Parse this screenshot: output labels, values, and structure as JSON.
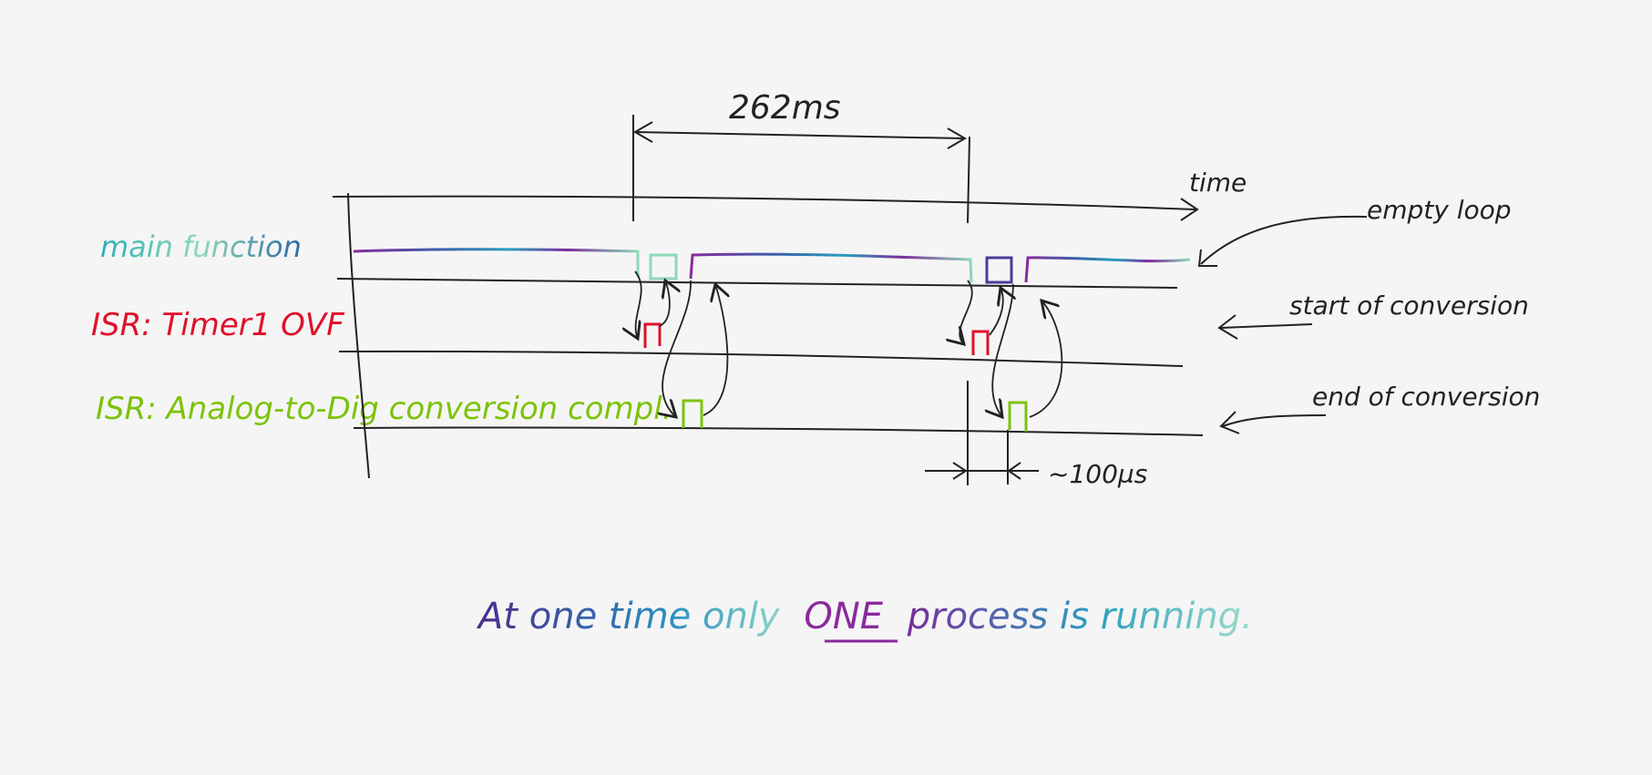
{
  "labels": {
    "main": "main function",
    "isr_timer": "ISR: Timer1 OVF",
    "isr_adc": "ISR: Analog-to-Dig conversion compl."
  },
  "annotations": {
    "period": "262ms",
    "time": "time",
    "empty_loop": "empty loop",
    "start_conv": "start of conversion",
    "end_conv": "end of conversion",
    "duration": "~100µs"
  },
  "caption": {
    "before": "At one time only",
    "emph": "ONE",
    "after": "process is running."
  },
  "colors": {
    "background": "#f5f5f5",
    "ink": "#222222",
    "isr_timer": "#e0102a",
    "isr_adc": "#7cc30a",
    "main_grad_start": "#7b2b9c",
    "main_grad_mid": "#2a8fbf",
    "main_grad_end": "#8fd8b8"
  }
}
